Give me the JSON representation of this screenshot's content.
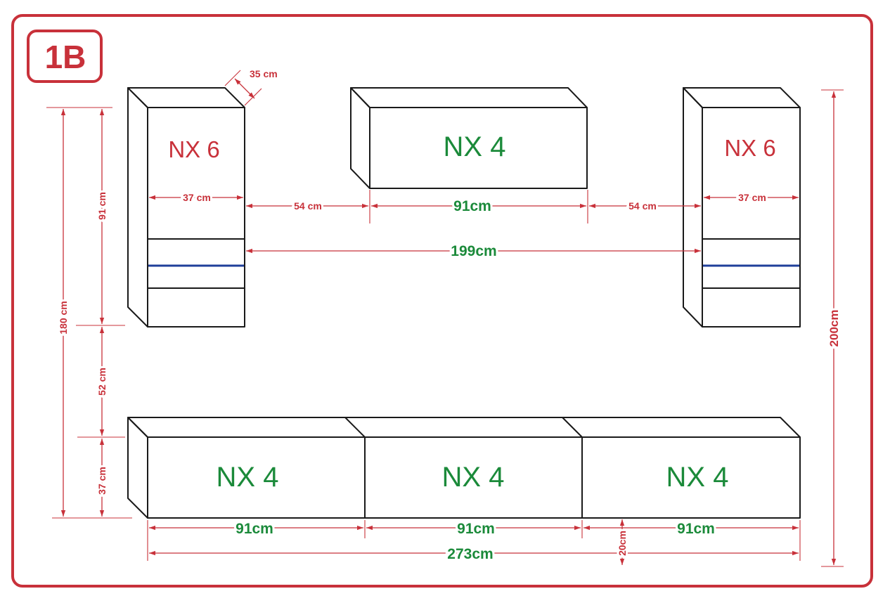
{
  "badge": "1B",
  "modules": {
    "left_tall": "NX 6",
    "top_wall": "NX 4",
    "right_tall": "NX 6",
    "bottom_1": "NX 4",
    "bottom_2": "NX 4",
    "bottom_3": "NX 4"
  },
  "dimensions": {
    "depth": "35 cm",
    "left_inner_width": "37 cm",
    "right_inner_width": "37 cm",
    "gap_left": "54 cm",
    "top_width": "91cm",
    "gap_right": "54 cm",
    "span_between": "199cm",
    "tall_upper_height": "91 cm",
    "overall_left_height": "180 cm",
    "gap_height": "52 cm",
    "bottom_height": "37 cm",
    "overall_right_height": "200cm",
    "bottom_w1": "91cm",
    "bottom_w2": "91cm",
    "bottom_w3": "91cm",
    "bottom_total": "273cm",
    "floor_gap": "20cm"
  },
  "colors": {
    "accent_red": "#c8313a",
    "label_green": "#1b8a3a",
    "led_blue": "#1f3f9a",
    "outline": "#1a1a1a"
  }
}
